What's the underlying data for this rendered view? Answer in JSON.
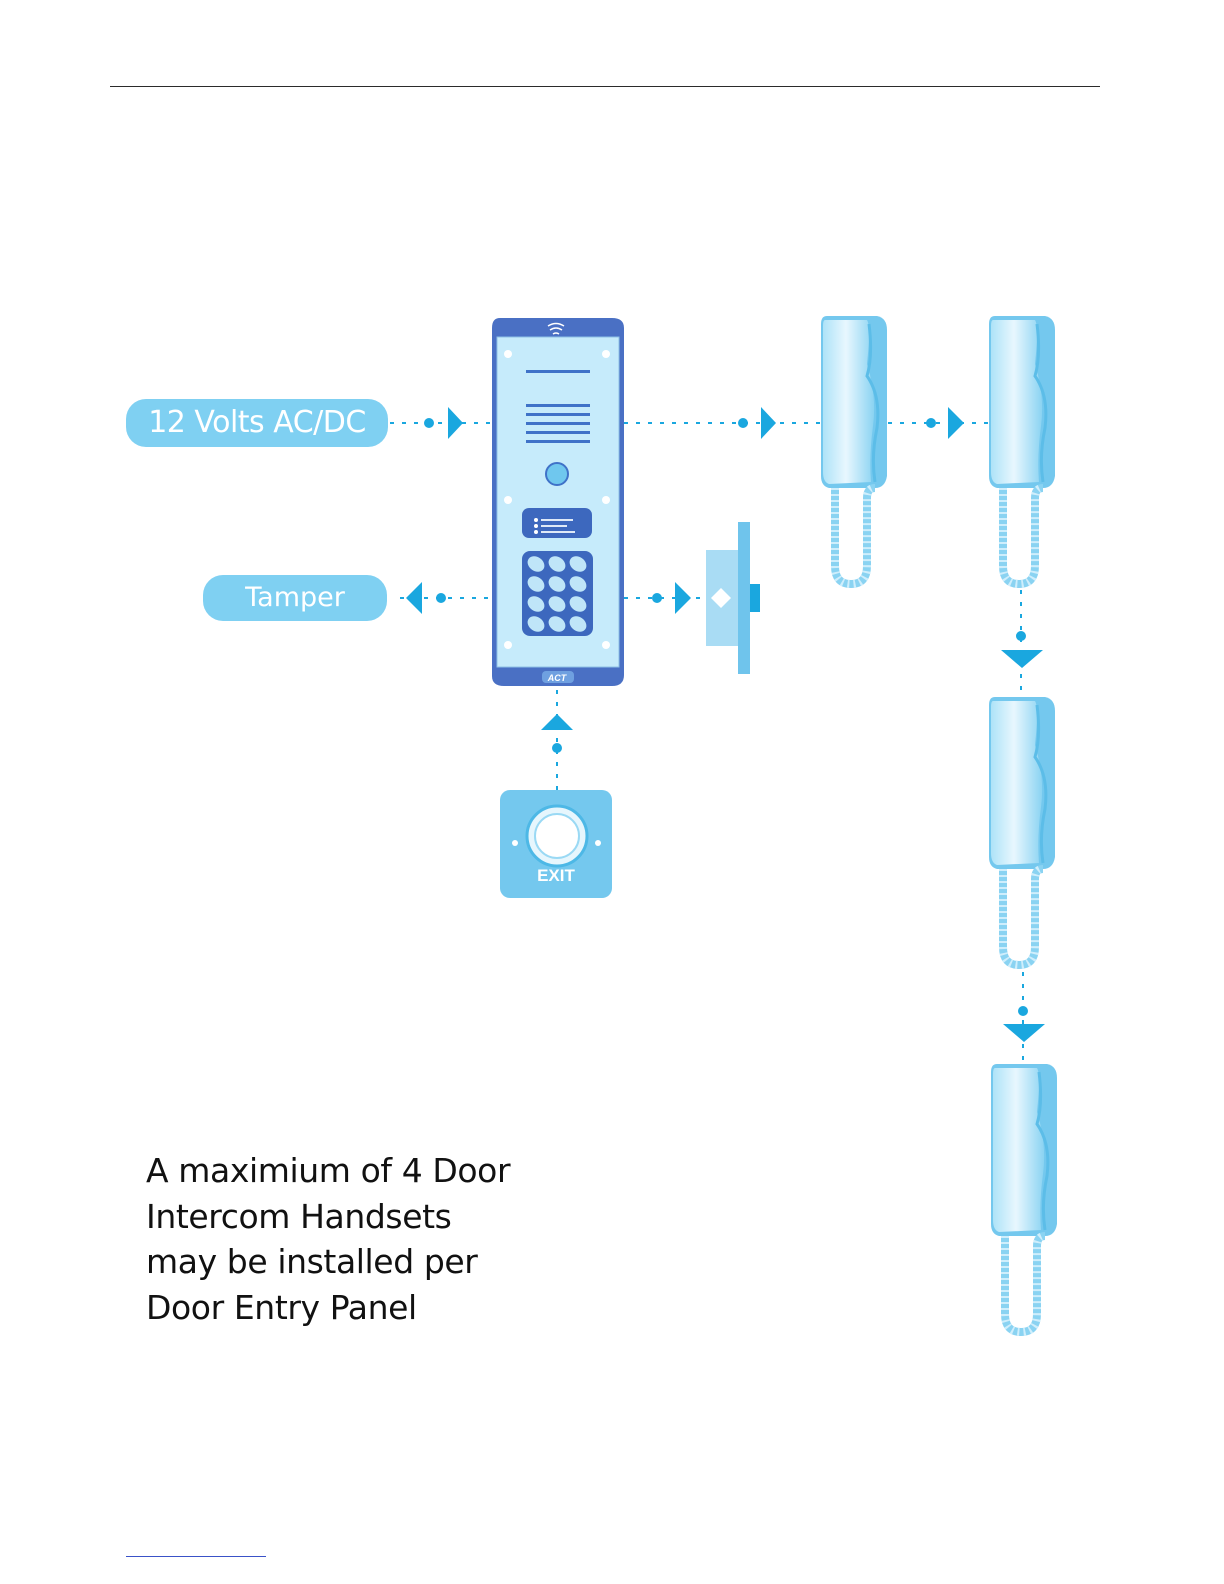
{
  "labels": {
    "power": "12 Volts AC/DC",
    "tamper": "Tamper",
    "exit_button": "EXIT"
  },
  "note": {
    "lines": [
      "A maximium of 4 Door",
      "Intercom Handsets",
      "may be installed per",
      "Door Entry Panel"
    ]
  },
  "panel": {
    "logo_text": "ACT"
  },
  "colors": {
    "pill_fill": "#7fd0f2",
    "connector": "#1aa7df",
    "panel_frame": "#4a70c4",
    "device_light": "#c6ebfb"
  },
  "icons": {
    "panel": "door-entry-panel",
    "handset": "intercom-handset",
    "lock": "electric-lock",
    "exit": "exit-push-button"
  }
}
